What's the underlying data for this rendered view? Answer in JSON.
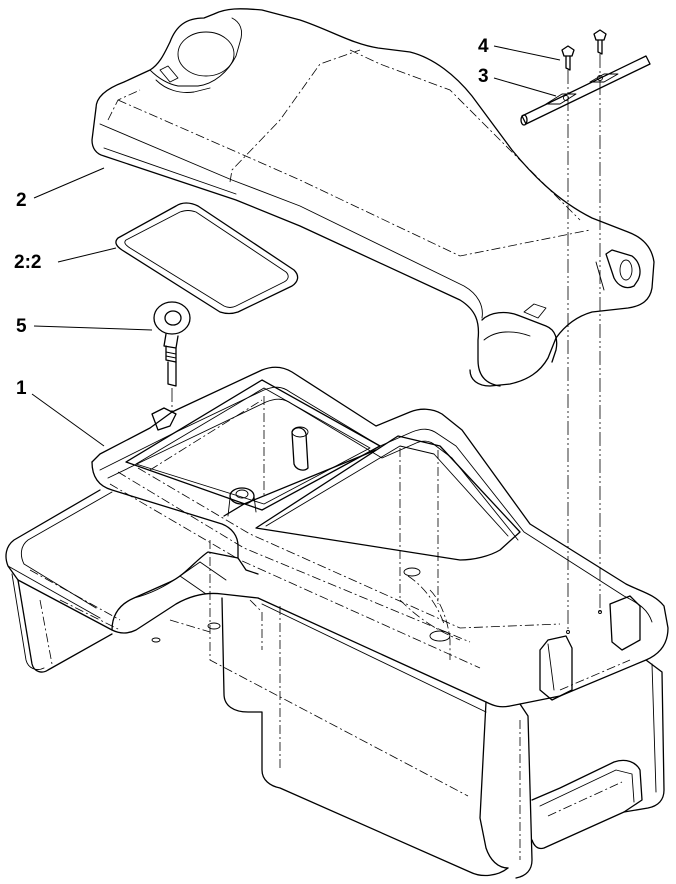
{
  "callouts": [
    {
      "id": "c1",
      "label": "1",
      "part": "tank-base"
    },
    {
      "id": "c2",
      "label": "2",
      "part": "tank-lid"
    },
    {
      "id": "c22",
      "label": "2:2",
      "part": "lid-gasket"
    },
    {
      "id": "c3",
      "label": "3",
      "part": "hold-down-rod"
    },
    {
      "id": "c4",
      "label": "4",
      "part": "screw"
    },
    {
      "id": "c5",
      "label": "5",
      "part": "eye-bolt"
    }
  ]
}
